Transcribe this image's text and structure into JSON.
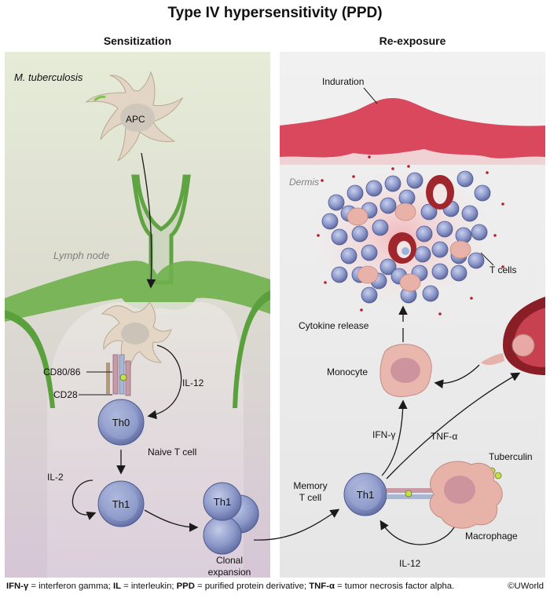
{
  "title": "Type IV hypersensitivity (PPD)",
  "panels": {
    "left": {
      "title": "Sensitization",
      "labels": {
        "m_tuberculosis": "M. tuberculosis",
        "apc": "APC",
        "lymph_node": "Lymph node",
        "cd80_86": "CD80/86",
        "cd28": "CD28",
        "il12": "IL-12",
        "th0": "Th0",
        "naive_t_cell": "Naive T cell",
        "il2": "IL-2",
        "th1": "Th1",
        "th1_clone": "Th1",
        "clonal_1": "Clonal",
        "clonal_2": "expansion"
      }
    },
    "right": {
      "title": "Re-exposure",
      "labels": {
        "induration": "Induration",
        "dermis": "Dermis",
        "t_cells": "T cells",
        "cytokine_release": "Cytokine release",
        "monocyte": "Monocyte",
        "ifn_gamma": "IFN-γ",
        "tnf_alpha": "TNF-α",
        "tuberculin": "Tuberculin",
        "memory_1": "Memory",
        "memory_2": "T cell",
        "th1": "Th1",
        "macrophage": "Macrophage",
        "il12": "IL-12"
      }
    }
  },
  "footer": {
    "items": [
      {
        "term": "IFN-γ",
        "definition": " = interferon gamma; "
      },
      {
        "term": "IL",
        "definition": " = interleukin; "
      },
      {
        "term": "PPD",
        "definition": " = purified protein derivative; "
      },
      {
        "term": "TNF-α",
        "definition": " = tumor necrosis factor alpha."
      }
    ],
    "copyright": "©UWorld"
  },
  "colors": {
    "left_bg_top": "#dfe8cf",
    "left_bg_bottom": "#d9cbd9",
    "right_bg": "#ececec",
    "lymph_green": "#5aa03c",
    "t_cell": "#8f9bc8",
    "skin_red": "#c8344a",
    "macrophage": "#e7b2a8"
  },
  "icons": [
    "apc-cell-icon",
    "t-cell-icon",
    "monocyte-icon",
    "macrophage-icon",
    "blood-vessel-icon",
    "tuberculin-icon"
  ]
}
